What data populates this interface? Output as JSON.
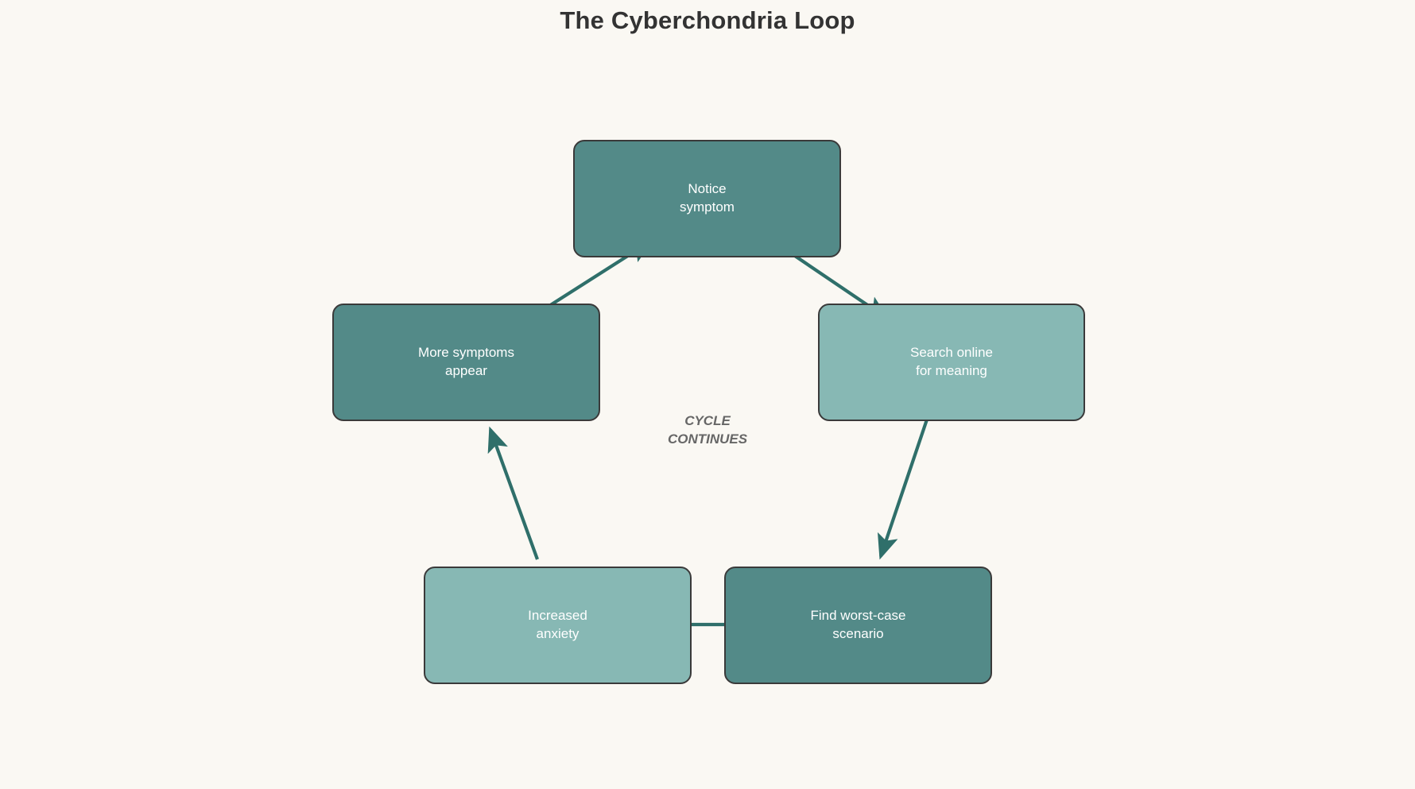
{
  "page": {
    "title": "The Cyberchondria Loop",
    "background_color": "#faf8f3",
    "title_color": "#333333"
  },
  "diagram": {
    "type": "cycle",
    "center_label_line1": "CYCLE",
    "center_label_line2": "CONTINUES",
    "center_label_color": "#666666",
    "node_border_color": "#3a3a3a",
    "arrow_color": "#2f6f6a",
    "palette": {
      "dark_teal": "#538a88",
      "light_teal": "#87b8b4"
    },
    "nodes": [
      {
        "id": "notice-symptom",
        "line1": "Notice",
        "line2": "symptom",
        "fill": "#538a88",
        "tone": "dark"
      },
      {
        "id": "search-online",
        "line1": "Search online",
        "line2": "for meaning",
        "fill": "#87b8b4",
        "tone": "light"
      },
      {
        "id": "find-worst-case",
        "line1": "Find worst-case",
        "line2": "scenario",
        "fill": "#538a88",
        "tone": "dark"
      },
      {
        "id": "increased-anxiety",
        "line1": "Increased",
        "line2": "anxiety",
        "fill": "#87b8b4",
        "tone": "light"
      },
      {
        "id": "more-symptoms",
        "line1": "More symptoms",
        "line2": "appear",
        "fill": "#538a88",
        "tone": "dark"
      }
    ],
    "edges": [
      {
        "from": "notice-symptom",
        "to": "search-online"
      },
      {
        "from": "search-online",
        "to": "find-worst-case"
      },
      {
        "from": "find-worst-case",
        "to": "increased-anxiety"
      },
      {
        "from": "increased-anxiety",
        "to": "more-symptoms"
      },
      {
        "from": "more-symptoms",
        "to": "notice-symptom"
      }
    ]
  }
}
